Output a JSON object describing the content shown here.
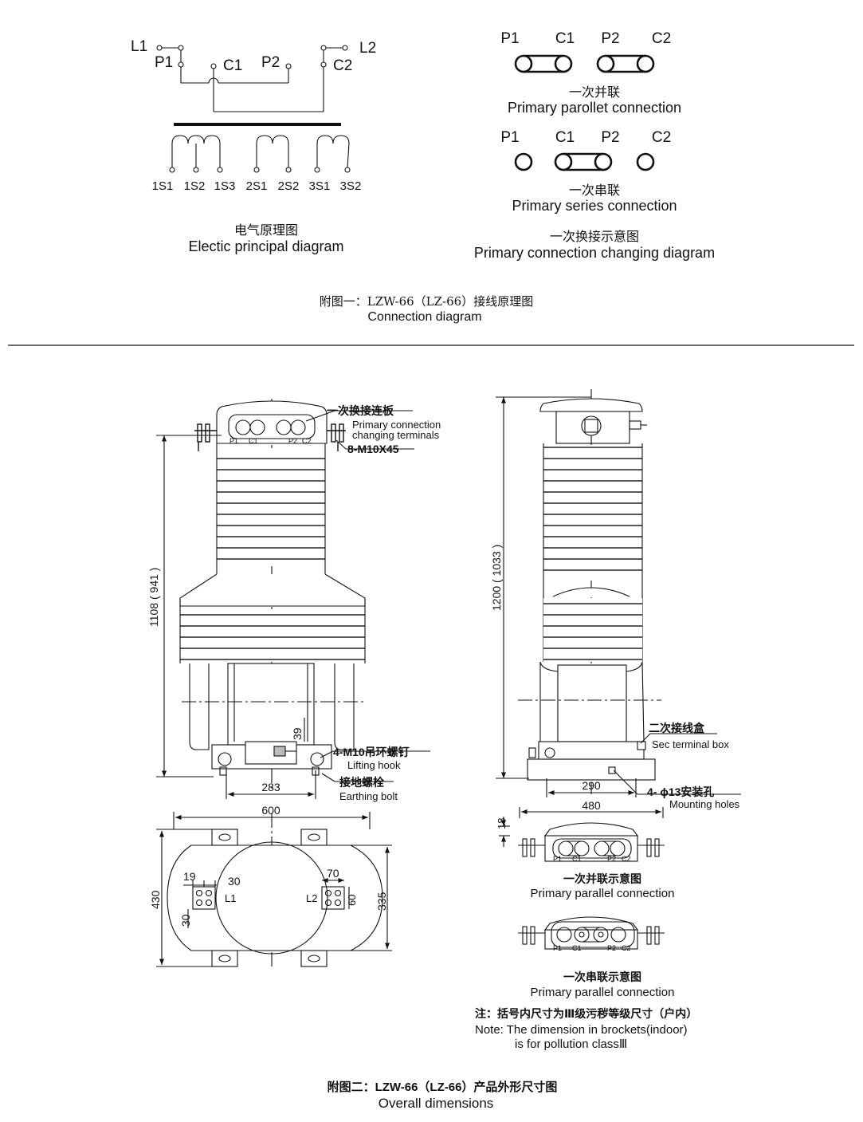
{
  "top": {
    "electric": {
      "labels": {
        "L1": "L1",
        "L2": "L2",
        "P1": "P1",
        "C1": "C1",
        "P2": "P2",
        "C2": "C2"
      },
      "secondary": [
        "1S1",
        "1S2",
        "1S3",
        "2S1",
        "2S2",
        "3S1",
        "3S2"
      ],
      "caption_zh": "电气原理图",
      "caption_en": "Electic principal diagram"
    },
    "changing": {
      "terminals": [
        "P1",
        "C1",
        "P2",
        "C2"
      ],
      "parallel_zh": "一次并联",
      "parallel_en": "Primary parollet connection",
      "series_zh": "一次串联",
      "series_en": "Primary series connection",
      "caption_zh": "一次换接示意图",
      "caption_en": "Primary connection changing diagram"
    },
    "figure_zh": "附图一：LZW-66（LZ-66）接线原理图",
    "figure_en": "Connection diagram"
  },
  "bottom": {
    "left": {
      "callouts": {
        "changing_zh": "一次换接连板",
        "changing_en1": "Primary connection",
        "changing_en2": "changing terminals",
        "bolts": "8-M10X45",
        "hook_zh": "4-M10吊环螺钉",
        "hook_en": "Lifting hook",
        "earth_zh": "接地螺栓",
        "earth_en": "Earthing bolt"
      },
      "head_terms": [
        "P1",
        "C1",
        "P2",
        "C2"
      ],
      "dims": {
        "height": "1108 ( 941 )",
        "d39": "39",
        "d283": "283"
      }
    },
    "right": {
      "callouts": {
        "sec_zh": "二次接线盒",
        "sec_en": "Sec terminal box",
        "mount_zh": "4- ϕ13安装孔",
        "mount_en": "Mounting holes"
      },
      "dims": {
        "height": "1200 ( 1033 )",
        "d290": "290",
        "d480": "480",
        "d18": "18"
      }
    },
    "plan": {
      "dims": {
        "d600": "600",
        "d430": "430",
        "d335": "335",
        "d19": "19",
        "d30a": "30",
        "d30b": "30",
        "d70": "70",
        "d60": "60"
      },
      "term_l1": "L1",
      "term_l2": "L2"
    },
    "heads": {
      "terms": [
        "P1",
        "C1",
        "P2",
        "C2"
      ],
      "parallel_zh": "一次并联示意图",
      "parallel_en": "Primary parallel connection",
      "series_zh": "一次串联示意图",
      "series_en": "Primary parallel connection"
    },
    "note_zh": "注：括号内尺寸为Ⅲ级污秽等级尺寸（户内）",
    "note_en1": "Note: The dimension in brockets(indoor)",
    "note_en2": "is for pollution classⅢ",
    "figure_zh": "附图二：LZW-66（LZ-66）产品外形尺寸图",
    "figure_en": "Overall dimensions"
  }
}
